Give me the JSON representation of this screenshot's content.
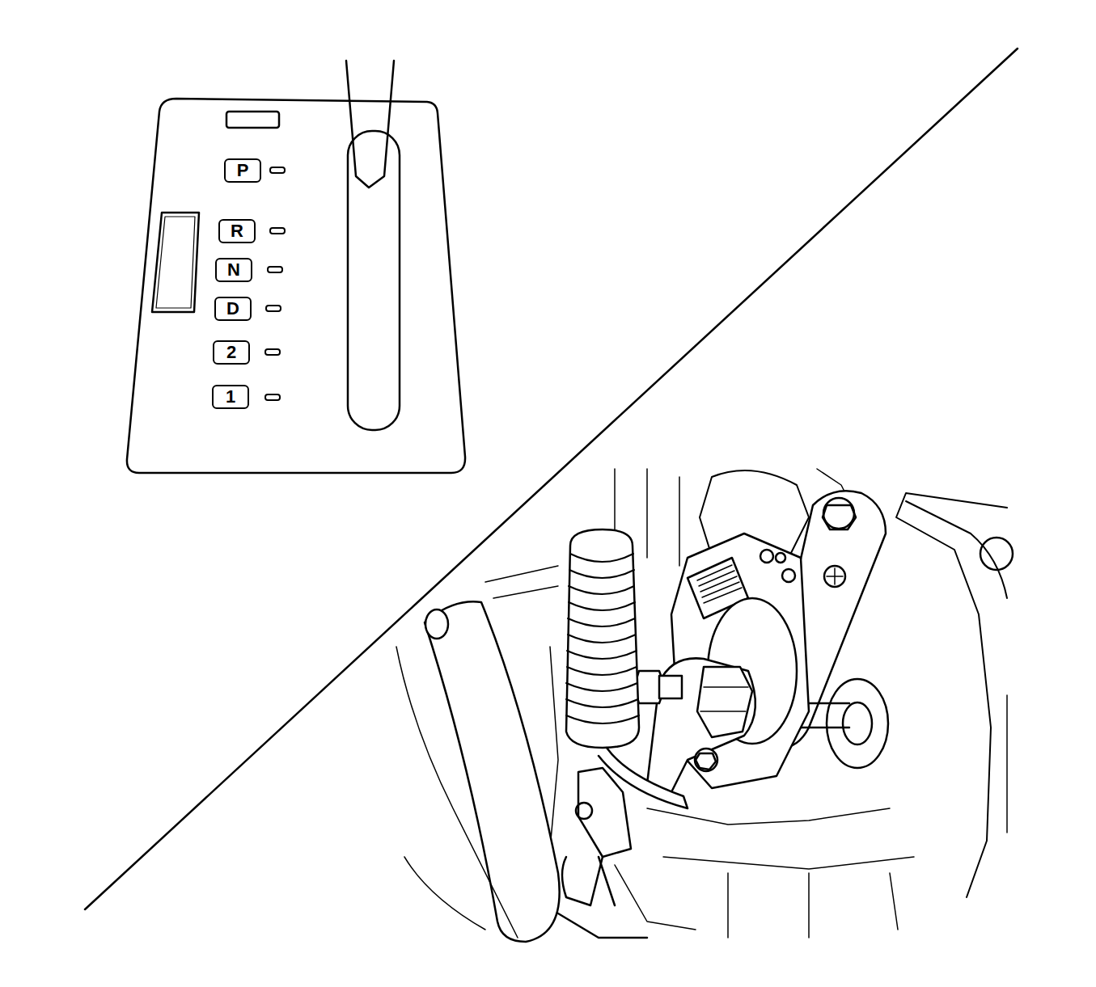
{
  "diagram": {
    "nodes": [
      {
        "text": [
          "P"
        ]
      },
      {
        "text": [
          "R"
        ]
      },
      {
        "text": [
          "N"
        ]
      },
      {
        "text": [
          "D"
        ]
      },
      {
        "text": [
          "2"
        ]
      },
      {
        "text": [
          "1"
        ]
      }
    ]
  }
}
